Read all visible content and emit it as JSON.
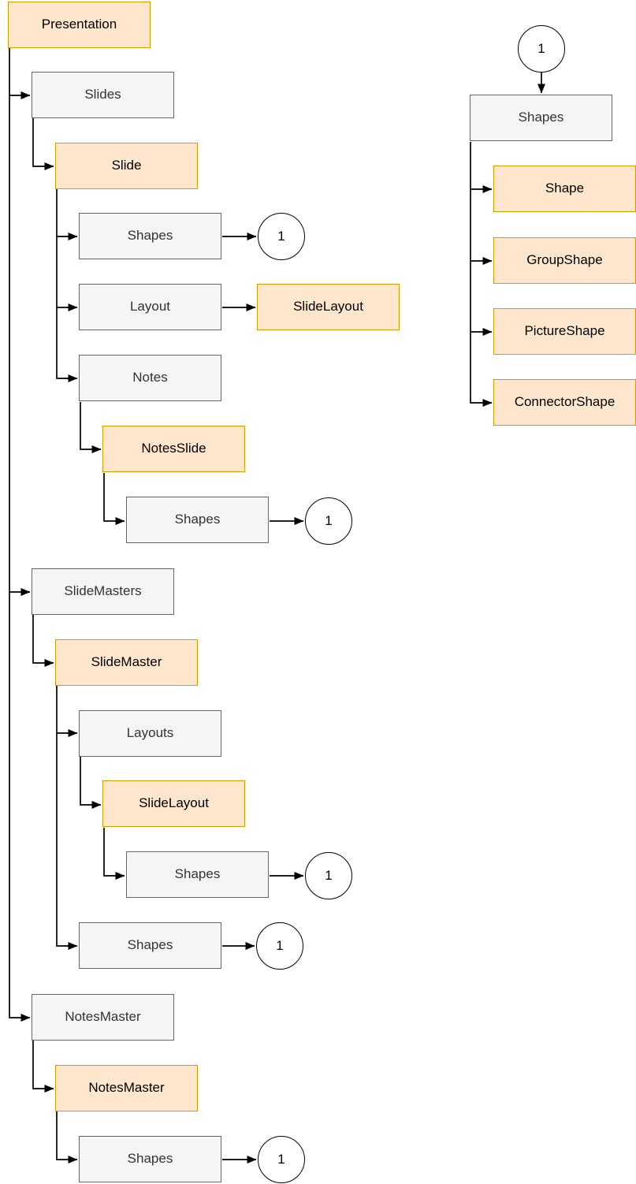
{
  "colors": {
    "highlight_fill": "#FFE6CC",
    "highlight_border": "#D79B00",
    "collection_fill": "#F5F5F5",
    "collection_border": "#666666",
    "connector": "#000000",
    "background": "#FFFFFF",
    "collection_text": "#333333",
    "highlight_text": "#000000"
  },
  "left_tree": {
    "nodes": [
      {
        "label": "Presentation",
        "style": "highlight"
      },
      {
        "label": "Slides",
        "style": "collection"
      },
      {
        "label": "Slide",
        "style": "highlight"
      },
      {
        "label": "Shapes",
        "style": "collection"
      },
      {
        "label": "Layout",
        "style": "collection"
      },
      {
        "label": "SlideLayout",
        "style": "highlight"
      },
      {
        "label": "Notes",
        "style": "collection"
      },
      {
        "label": "NotesSlide",
        "style": "highlight"
      },
      {
        "label": "Shapes",
        "style": "collection"
      },
      {
        "label": "SlideMasters",
        "style": "collection"
      },
      {
        "label": "SlideMaster",
        "style": "highlight"
      },
      {
        "label": "Layouts",
        "style": "collection"
      },
      {
        "label": "SlideLayout",
        "style": "highlight"
      },
      {
        "label": "Shapes",
        "style": "collection"
      },
      {
        "label": "Shapes",
        "style": "collection"
      },
      {
        "label": "NotesMaster",
        "style": "collection"
      },
      {
        "label": "NotesMaster",
        "style": "highlight"
      },
      {
        "label": "Shapes",
        "style": "collection"
      }
    ]
  },
  "right_tree": {
    "nodes": [
      {
        "label": "Shapes",
        "style": "collection"
      },
      {
        "label": "Shape",
        "style": "highlight"
      },
      {
        "label": "GroupShape",
        "style": "highlight"
      },
      {
        "label": "PictureShape",
        "style": "highlight"
      },
      {
        "label": "ConnectorShape",
        "style": "highlight"
      }
    ]
  },
  "badges": [
    {
      "label": "1"
    },
    {
      "label": "1"
    },
    {
      "label": "1"
    },
    {
      "label": "1"
    },
    {
      "label": "1"
    },
    {
      "label": "1"
    }
  ]
}
